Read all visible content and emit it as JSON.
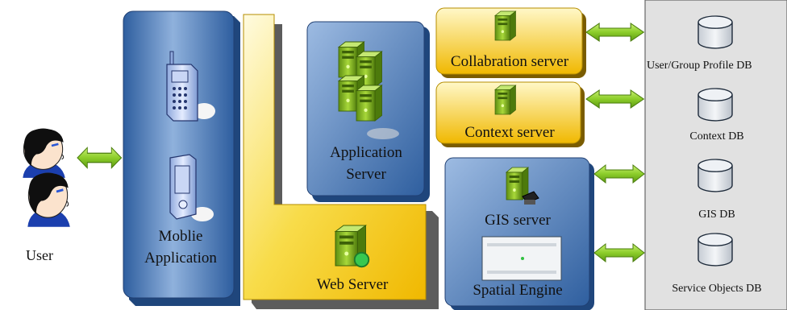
{
  "labels": {
    "user": "User",
    "mobile_app_line1": "Moblie",
    "mobile_app_line2": "Application",
    "app_server_line1": "Application",
    "app_server_line2": "Server",
    "web_server": "Web Server",
    "collab_server": "Collabration server",
    "context_server": "Context server",
    "gis_server": "GIS server",
    "spatial_engine": "Spatial Engine",
    "user_group_db": "User/Group Profile DB",
    "context_db": "Context DB",
    "gis_db": "GIS DB",
    "service_objects_db": "Service Objects DB"
  },
  "colors": {
    "blue_panel": "#3f6fb0",
    "yellow_panel": "#f3c51a",
    "db_panel": "#e1e1e1",
    "arrow_green": "#8ccd2a"
  }
}
